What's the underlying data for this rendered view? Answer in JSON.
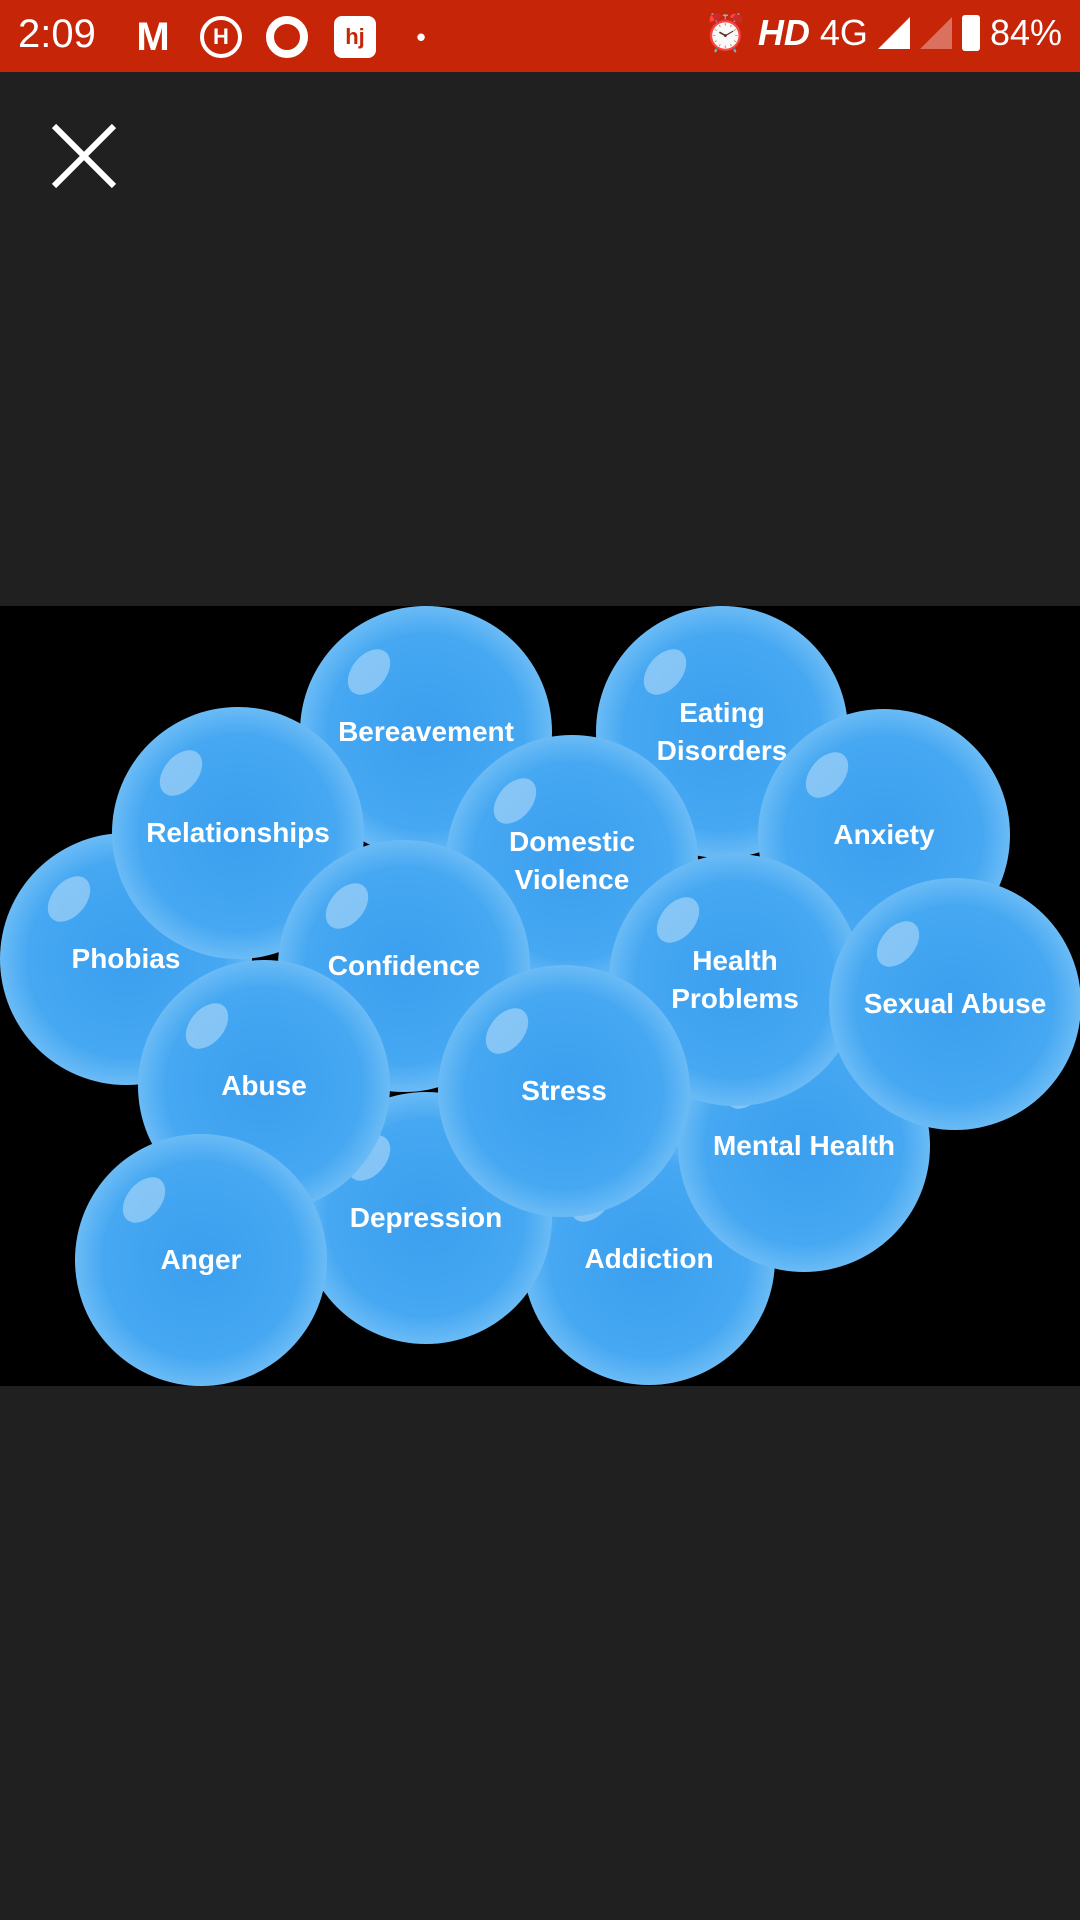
{
  "status_bar": {
    "time": "2:09",
    "hd": "HD",
    "network": "4G",
    "battery": "84%",
    "icons": [
      "myntra-icon",
      "hotstar-icon",
      "record-icon",
      "hj-icon",
      "dot-icon",
      "alarm-icon",
      "signal-icon",
      "signal-empty-icon",
      "battery-charging-icon"
    ]
  },
  "viewer": {
    "close_icon": "close-icon"
  },
  "bubbles": [
    "Addiction",
    "Mental Health",
    "Depression",
    "Bereavement",
    "Eating\nDisorders",
    "Anxiety",
    "Phobias",
    "Relationships",
    "Domestic\nViolence",
    "Confidence",
    "Health\nProblems",
    "Sexual Abuse",
    "Abuse",
    "Anger",
    "Stress"
  ],
  "colors": {
    "status_bar": "#c62508",
    "background": "#202020",
    "bubble": "#46a8f2"
  }
}
